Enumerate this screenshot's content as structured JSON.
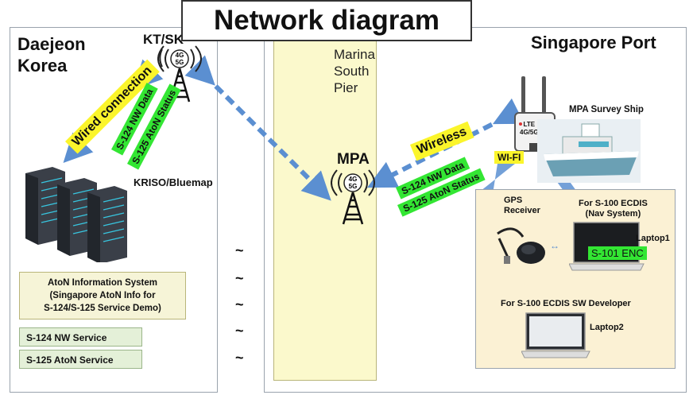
{
  "title": "Network diagram",
  "korea": {
    "title_line1": "Daejeon",
    "title_line2": "Korea",
    "kt_label": "KT/SK",
    "wired_label": "Wired connection",
    "tag_nw": "S-124 NW Data",
    "tag_aton": "S-125 AtoN Status",
    "server_label": "KRISO/Bluemap",
    "info_line1": "AtoN Information System",
    "info_line2": "(Singapore AtoN Info for",
    "info_line3": "S-124/S-125 Service Demo)",
    "service1": "S-124 NW Service",
    "service2": "S-125 AtoN Service"
  },
  "pier": {
    "line1": "Marina",
    "line2": "South",
    "line3": "Pier",
    "mpa_label": "MPA",
    "tower_text": "4G\n5G",
    "tildes": [
      "~",
      "~",
      "~",
      "~",
      "~"
    ]
  },
  "singapore": {
    "title": "Singapore Port",
    "wireless_label": "Wireless",
    "tag_nw": "S-124 NW Data",
    "tag_aton": "S-125 AtoN Status",
    "lte_line1": "LTE",
    "lte_line2": "4G/5G",
    "ship_label": "MPA Survey Ship",
    "wifi_label": "WI-FI",
    "gps_line1": "GPS",
    "gps_line2": "Receiver",
    "ecdis_line1": "For S-100 ECDIS",
    "ecdis_line2": "(Nav System)",
    "laptop1_label": "Laptop1",
    "enc_label": "S-101 ENC",
    "dev_label": "For S-100 ECDIS SW Developer",
    "laptop2_label": "Laptop2"
  },
  "colors": {
    "arrow": "#5b8fd1",
    "green_tag": "#33e633",
    "yellow_tag": "#fbf52b",
    "pier_fill": "#fbf9cc"
  }
}
